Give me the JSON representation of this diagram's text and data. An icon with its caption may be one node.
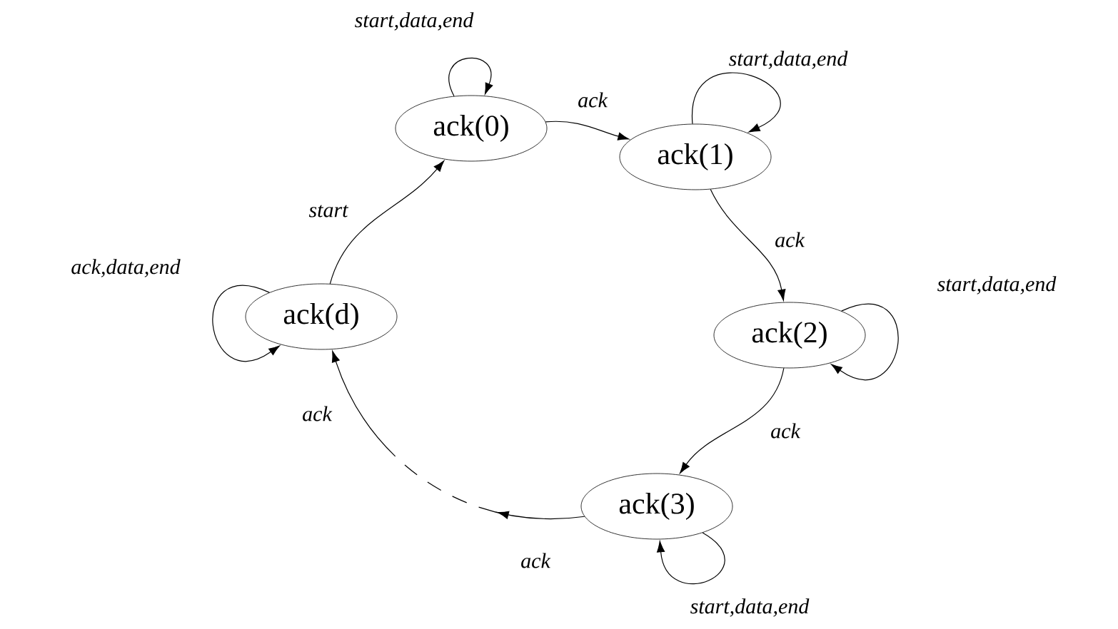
{
  "diagram": {
    "nodes": [
      {
        "text": [
          "ack(0)"
        ]
      },
      {
        "text": [
          "ack(1)"
        ]
      },
      {
        "text": [
          "ack(2)"
        ]
      },
      {
        "text": [
          "ack(3)"
        ]
      },
      {
        "text": [
          "ack(d)"
        ]
      }
    ],
    "edges": [
      {
        "from": 0,
        "to": 0,
        "arrow": "to",
        "label": "start,data,end"
      },
      {
        "from": 0,
        "to": 1,
        "arrow": "to",
        "label": "ack"
      },
      {
        "from": 1,
        "to": 1,
        "arrow": "to",
        "label": "start,data,end"
      },
      {
        "from": 1,
        "to": 2,
        "arrow": "to",
        "label": "ack"
      },
      {
        "from": 2,
        "to": 2,
        "arrow": "to",
        "label": "start,data,end"
      },
      {
        "from": 2,
        "to": 3,
        "arrow": "to",
        "label": "ack"
      },
      {
        "from": 3,
        "to": 3,
        "arrow": "to",
        "label": "start,data,end"
      },
      {
        "from": 3,
        "to": 4,
        "arrow": "to",
        "label": "ack",
        "style": "dashed"
      },
      {
        "from": 4,
        "to": 4,
        "arrow": "to",
        "label": "ack,data,end"
      },
      {
        "from": 4,
        "to": 0,
        "arrow": "to",
        "label": "start"
      }
    ],
    "labels": [
      "ack"
    ]
  }
}
